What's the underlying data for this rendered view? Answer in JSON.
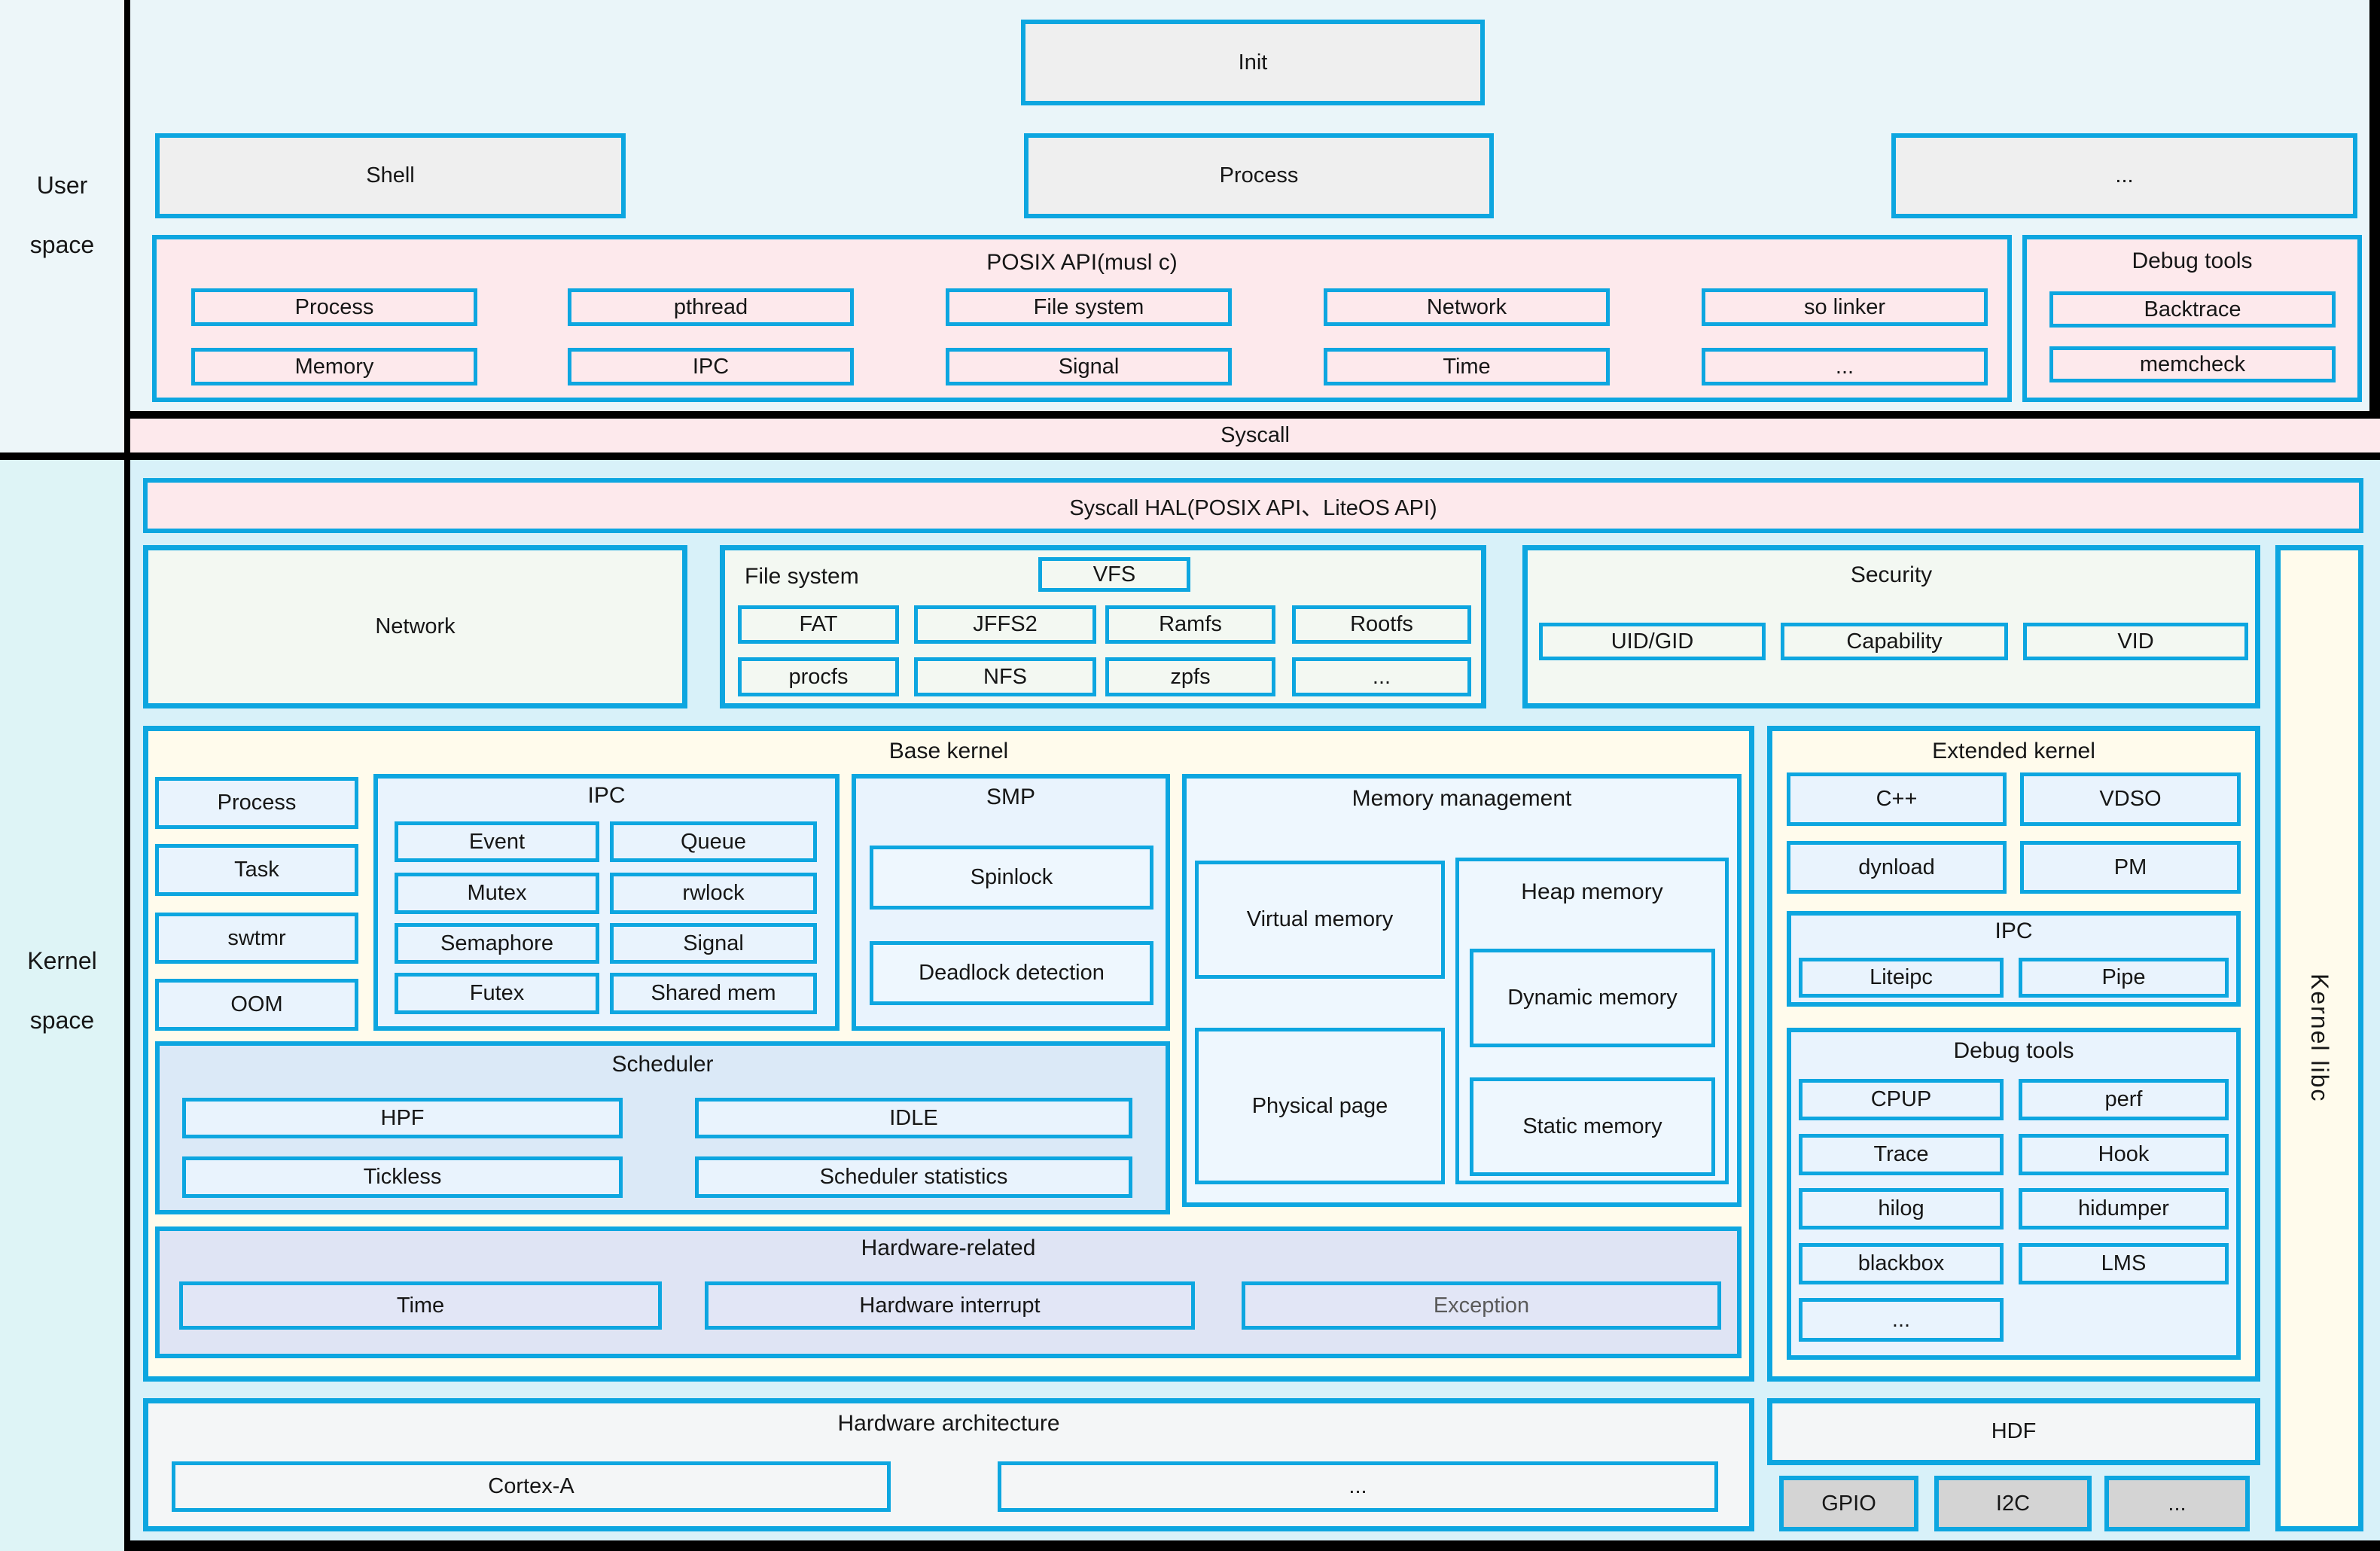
{
  "colors": {
    "border_cyan": "#0da6e0",
    "pink_fill": "#fde9ec",
    "cream_fill": "#fffbec",
    "light_blue_fill": "#e9f3fd",
    "scheduler_blue_fill": "#dbe9f7",
    "hardware_lavender_fill": "#dfe4f4",
    "green_white_fill": "#f3f8f2",
    "gray_box_fill": "#efefef",
    "dark_gray_box_fill": "#d4d4d4",
    "user_space_bg": "#eaf5f9",
    "kernel_space_bg": "#d8f1f9",
    "divider_black": "#000000"
  },
  "left_rail": {
    "user": [
      "User",
      "space"
    ],
    "kernel": [
      "Kernel",
      "space"
    ]
  },
  "user_space": {
    "init": "Init",
    "shell": "Shell",
    "process": "Process",
    "ellipsis": "...",
    "posix_api": {
      "title": "POSIX API(musl c)",
      "row1": [
        "Process",
        "pthread",
        "File system",
        "Network",
        "so linker"
      ],
      "row2": [
        "Memory",
        "IPC",
        "Signal",
        "Time",
        "..."
      ]
    },
    "debug_tools": {
      "title": "Debug tools",
      "items": [
        "Backtrace",
        "memcheck"
      ]
    }
  },
  "syscall": {
    "label": "Syscall"
  },
  "kernel_space": {
    "syscall_hal": "Syscall HAL(POSIX API、LiteOS API)",
    "network": "Network",
    "kernel_libc": "Kernel libc",
    "file_system": {
      "title": "File system",
      "vfs": "VFS",
      "row1": [
        "FAT",
        "JFFS2",
        "Ramfs",
        "Rootfs"
      ],
      "row2": [
        "procfs",
        "NFS",
        "zpfs",
        "..."
      ]
    },
    "security": {
      "title": "Security",
      "items": [
        "UID/GID",
        "Capability",
        "VID"
      ]
    },
    "base_kernel": {
      "title": "Base kernel",
      "left_items": [
        "Process",
        "Task",
        "swtmr",
        "OOM"
      ],
      "ipc": {
        "title": "IPC",
        "items": [
          "Event",
          "Queue",
          "Mutex",
          "rwlock",
          "Semaphore",
          "Signal",
          "Futex",
          "Shared mem"
        ]
      },
      "smp": {
        "title": "SMP",
        "items": [
          "Spinlock",
          "Deadlock detection"
        ]
      },
      "memory": {
        "title": "Memory management",
        "virtual": "Virtual memory",
        "physical": "Physical page",
        "heap": {
          "title": "Heap memory",
          "items": [
            "Dynamic memory",
            "Static memory"
          ]
        }
      },
      "scheduler": {
        "title": "Scheduler",
        "items": [
          "HPF",
          "IDLE",
          "Tickless",
          "Scheduler statistics"
        ]
      },
      "hardware_related": {
        "title": "Hardware-related",
        "items": [
          "Time",
          "Hardware interrupt",
          "Exception"
        ]
      }
    },
    "extended_kernel": {
      "title": "Extended kernel",
      "top_items": [
        "C++",
        "VDSO",
        "dynload",
        "PM"
      ],
      "ipc": {
        "title": "IPC",
        "items": [
          "Liteipc",
          "Pipe"
        ]
      },
      "debug_tools": {
        "title": "Debug tools",
        "items": [
          "CPUP",
          "perf",
          "Trace",
          "Hook",
          "hilog",
          "hidumper",
          "blackbox",
          "LMS",
          "..."
        ]
      }
    },
    "hardware_architecture": {
      "title": "Hardware architecture",
      "items": [
        "Cortex-A",
        "..."
      ]
    },
    "hdf": {
      "title": "HDF",
      "items": [
        "GPIO",
        "I2C",
        "..."
      ]
    }
  }
}
